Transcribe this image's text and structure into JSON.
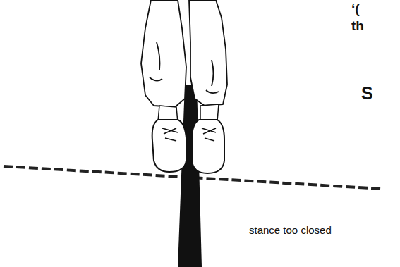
{
  "diagram": {
    "labels": [
      "stance too closed",
      "‘(",
      "th",
      "S"
    ]
  }
}
